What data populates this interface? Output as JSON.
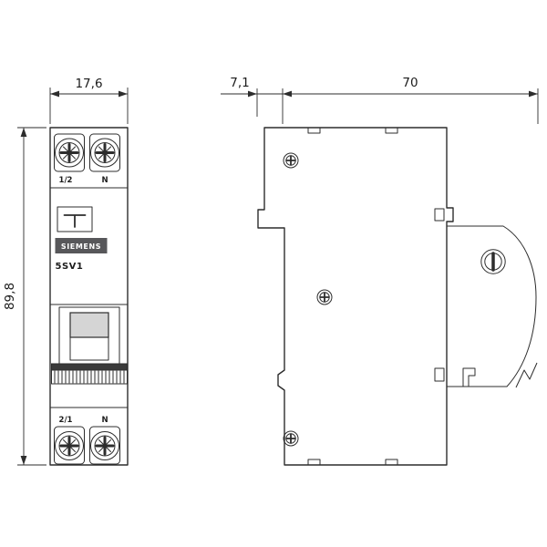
{
  "front_view": {
    "brand": "SIEMENS",
    "model": "5SV1",
    "terminal_labels": {
      "top_left": "1/2",
      "top_right": "N",
      "bottom_left": "2/1",
      "bottom_right": "N"
    }
  },
  "dimensions": {
    "width": "17,6",
    "height": "89,8",
    "front_depth": "7,1",
    "depth": "70"
  },
  "colors": {
    "background": "#ffffff",
    "line": "#2d2d2d",
    "dimension_line": "#2d2d2d",
    "brand_badge_bg": "#57575a",
    "brand_badge_text": "#ffffff",
    "toggle_fill": "#d5d5d5",
    "ribbed_band": "#3a3a3a"
  }
}
